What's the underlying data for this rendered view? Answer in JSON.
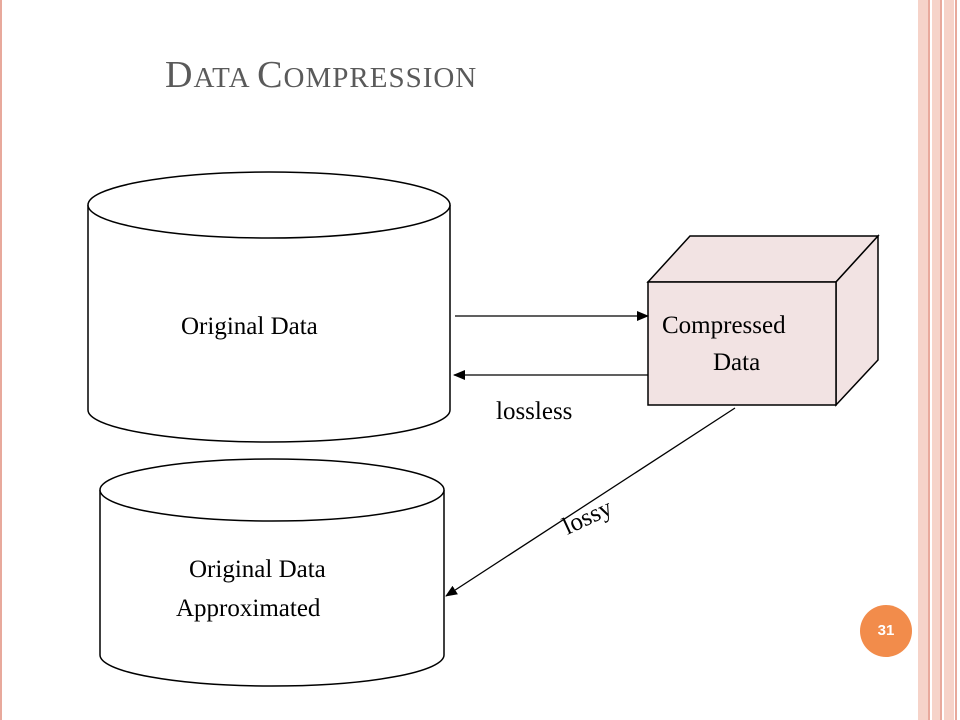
{
  "slide": {
    "title_first_cap": "D",
    "title_first_rest": "ATA ",
    "title_second_cap": "C",
    "title_second_rest": "OMPRESSION",
    "page_number": "31"
  },
  "diagram": {
    "original_data": "Original Data",
    "compressed_line1": "Compressed",
    "compressed_line2": "Data",
    "lossless": "lossless",
    "lossy": "lossy",
    "approx_line1": "Original Data",
    "approx_line2": "Approximated"
  },
  "colors": {
    "frame": "#e8a99c",
    "cube_fill": "#f2e3e3",
    "badge": "#f28c4b",
    "title": "#5a5a5a"
  }
}
